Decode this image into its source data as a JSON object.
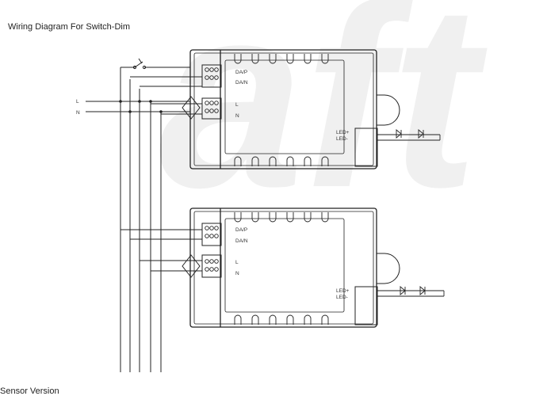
{
  "title": "Wiring Diagram For Switch-Dim",
  "watermark": "aft",
  "bottom_cut_text": "Sensor Version",
  "supply_labels": {
    "line": "L",
    "neutral": "N"
  },
  "drivers": [
    {
      "terminals": {
        "dap": "DA/P",
        "dan": "DA/N",
        "l": "L",
        "n": "N",
        "led_plus": "LED+",
        "led_minus": "LED-"
      }
    },
    {
      "terminals": {
        "dap": "DA/P",
        "dan": "DA/N",
        "l": "L",
        "n": "N",
        "led_plus": "LED+",
        "led_minus": "LED-"
      }
    }
  ],
  "colors": {
    "line": "#222222",
    "watermark": "#f0f0f0"
  }
}
